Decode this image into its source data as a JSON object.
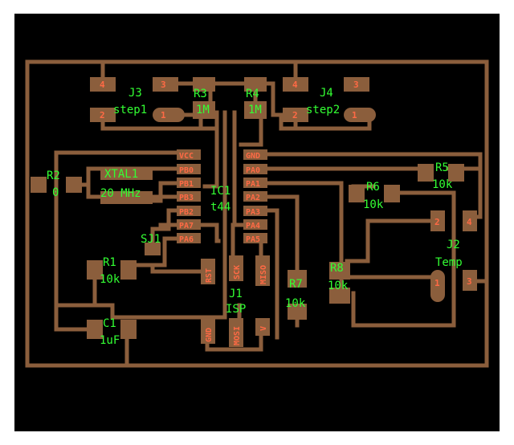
{
  "colors": {
    "board": "#000000",
    "trace": "#8b5e3c",
    "pad_label": "#ff6a45",
    "silkscreen": "#33ff33"
  },
  "components": {
    "J3": {
      "ref": "J3",
      "value": "step1",
      "pins": [
        "4",
        "3",
        "2",
        "1"
      ]
    },
    "J4": {
      "ref": "J4",
      "value": "step2",
      "pins": [
        "4",
        "3",
        "2",
        "1"
      ]
    },
    "R3": {
      "ref": "R3",
      "value": "1M"
    },
    "R4": {
      "ref": "R4",
      "value": "1M"
    },
    "R2": {
      "ref": "R2",
      "value": "0"
    },
    "XTAL1": {
      "ref": "XTAL1",
      "value": "20 MHz"
    },
    "IC1": {
      "ref": "IC1",
      "value": "t44",
      "left_pins": [
        "VCC",
        "PB0",
        "PB1",
        "PB3",
        "PB2",
        "PA7",
        "PA6"
      ],
      "right_pins": [
        "GND",
        "PA0",
        "PA1",
        "PA2",
        "PA3",
        "PA4",
        "PA5"
      ]
    },
    "R5": {
      "ref": "R5",
      "value": "10k"
    },
    "R6": {
      "ref": "R6",
      "value": "10k"
    },
    "SJ1": {
      "ref": "SJ1"
    },
    "R1": {
      "ref": "R1",
      "value": "10k"
    },
    "J2": {
      "ref": "J2",
      "value": "Temp",
      "pins": [
        "2",
        "4",
        "1",
        "3"
      ]
    },
    "R8": {
      "ref": "R8",
      "value": "10k"
    },
    "R7": {
      "ref": "R7",
      "value": "10k"
    },
    "J1": {
      "ref": "J1",
      "value": "ISP",
      "pins": [
        "RST",
        "SCK",
        "MISO",
        "GND",
        "MOSI",
        "V"
      ]
    },
    "C1": {
      "ref": "C1",
      "value": "1uF"
    }
  }
}
